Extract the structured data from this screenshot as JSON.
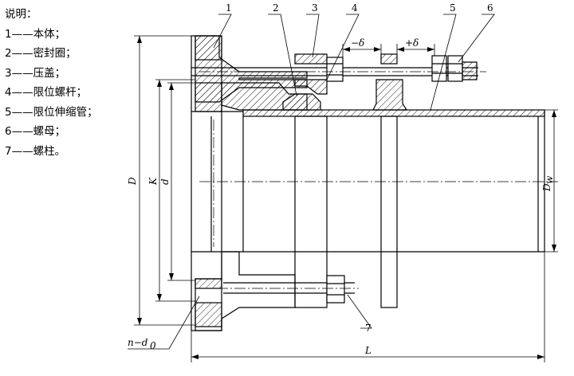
{
  "legend": {
    "title": "说明：",
    "items": [
      "1——本体；",
      "2——密封圈；",
      "3——压盖；",
      "4——限位螺杆；",
      "5——限位伸缩管；",
      "6——螺母；",
      "7——螺柱。"
    ]
  },
  "callouts": [
    "1",
    "2",
    "3",
    "4",
    "5",
    "6",
    "7"
  ],
  "dimensions": {
    "D": "D",
    "K": "K",
    "d": "d",
    "L": "L",
    "Dw_main": "D",
    "Dw_sub": "w",
    "minus_delta": "−δ",
    "plus_delta": "+δ",
    "n_d0_main": "n−d",
    "n_d0_sub": "0"
  }
}
